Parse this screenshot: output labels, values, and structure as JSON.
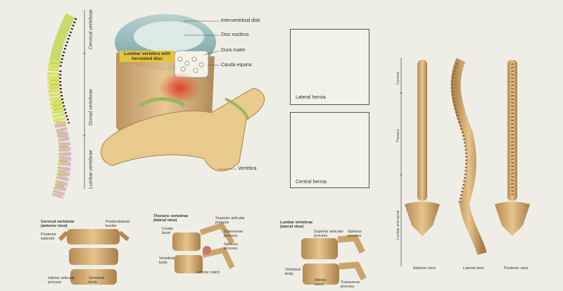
{
  "spine_regions": {
    "cervical": "Cervical vertebrae",
    "dorsal": "Dorsal vertebrae",
    "lumbar": "Lumbar vertebrae"
  },
  "herniation": {
    "callout": "Lumbar vertebra with herniated disc",
    "labels": {
      "intervertebral_disk": "Intervertebral disk",
      "disc_nucleus": "Disc nucleus",
      "dura_mater": "Dura mater",
      "cauda_equina": "Cauda equina",
      "vertebra": "Vertebra"
    }
  },
  "hernia_types": {
    "lateral": "Lateral hernia",
    "central": "Central hernia"
  },
  "cervical_detail": {
    "title": "Cervical vertebrae (anterior view)",
    "labels": {
      "posterior_tubercle": "Posterior tubercle",
      "posterolateral_border": "Posterolateral border",
      "inferior_articular_process": "Inferior articular process",
      "vertebral_body": "Vertebral body"
    }
  },
  "thoracic_detail": {
    "title": "Thoracic vertebrae (lateral view)",
    "labels": {
      "superior_articular_process": "Superior articular process",
      "costal_facet": "Costal facet",
      "transverse_process": "Transverse process",
      "spinous_process": "Spinous process",
      "vertebral_body": "Vertebral body",
      "inferior_notch": "Inferior notch"
    }
  },
  "lumbar_detail": {
    "title": "Lumbar vertebrae (lateral view)",
    "labels": {
      "superior_articular_process": "Superior articular process",
      "spinous_process": "Spinous process",
      "vertebral_body": "Vertebral body",
      "inferior_notch": "Inferior notch",
      "transverse_process": "Transverse process"
    }
  },
  "full_spine": {
    "regions": {
      "cervical": "Cervical",
      "thoracic": "Thoracic",
      "lumbar_sacral": "Lumbar and sacral"
    },
    "views": {
      "anterior": "Anterior view",
      "lateral": "Lateral view",
      "posterior": "Posterior view"
    }
  }
}
